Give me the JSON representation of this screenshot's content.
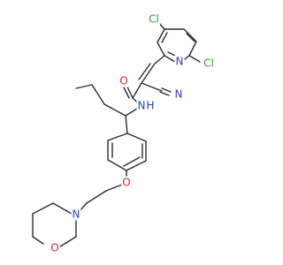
{
  "molecule": {
    "atoms": [
      {
        "id": "cl3",
        "label": "Cl",
        "color": "#2e9e2e"
      },
      {
        "id": "cl6",
        "label": "Cl",
        "color": "#2e9e2e"
      },
      {
        "id": "n-pyridine",
        "label": "N",
        "color": "#2a3fc7"
      },
      {
        "id": "o-carbonyl",
        "label": "O",
        "color": "#e02424"
      },
      {
        "id": "n-nitrile",
        "label": "N",
        "color": "#2a3fc7"
      },
      {
        "id": "nh-amide",
        "label": "N",
        "color": "#2a3fc7"
      },
      {
        "id": "h-amide",
        "label": "H",
        "color": "#2a3fc7"
      },
      {
        "id": "o-ether",
        "label": "O",
        "color": "#e02424"
      },
      {
        "id": "n-morpholine",
        "label": "N",
        "color": "#2a3fc7"
      },
      {
        "id": "o-morpholine",
        "label": "O",
        "color": "#e02424"
      }
    ],
    "bond_color": "#2d2d2d"
  }
}
